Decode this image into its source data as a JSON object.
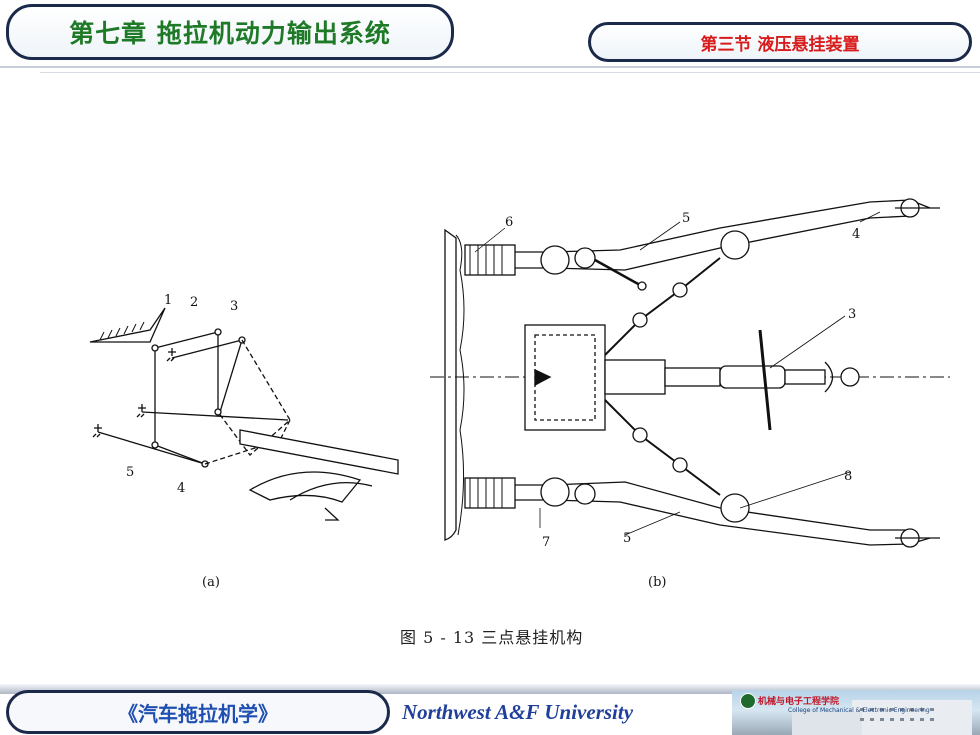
{
  "header": {
    "chapter_title": "第七章 拖拉机动力输出系统",
    "section_title": "第三节  液压悬挂装置"
  },
  "figure": {
    "part_a_label": "(a)",
    "part_b_label": "(b)",
    "callouts_a": [
      "1",
      "2",
      "3",
      "5",
      "4"
    ],
    "callouts_b": [
      "6",
      "5",
      "4",
      "3",
      "8",
      "7",
      "5"
    ],
    "caption": "图 5 - 13   三点悬挂机构"
  },
  "footer": {
    "book_title": "《汽车拖拉机学》",
    "university": "Northwest  A&F  University",
    "college_logo_text": "机械与电子工程学院",
    "college_logo_subtext": "College of Mechanical & Electronic Engineering"
  },
  "colors": {
    "chapter_green": "#1f7a28",
    "section_red": "#d81b1b",
    "footer_blue": "#1f4fb0",
    "border_navy": "#1b2a4a"
  }
}
